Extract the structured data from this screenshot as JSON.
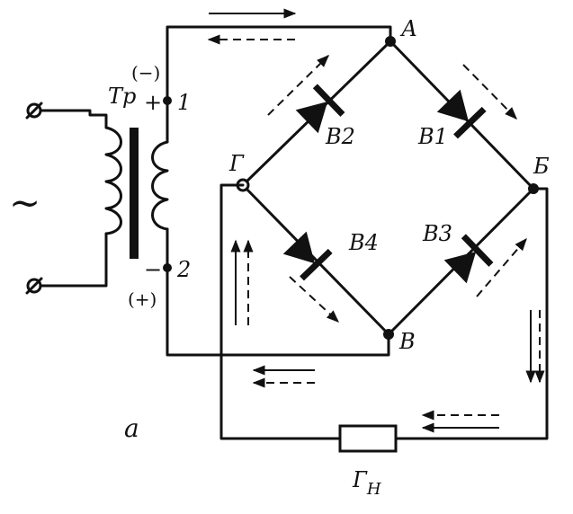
{
  "labels": {
    "node_a": "А",
    "node_b": "Б",
    "node_v": "В",
    "node_g": "Г",
    "diode_v1": "В1",
    "diode_v2": "В2",
    "diode_v3": "В3",
    "diode_v4": "В4",
    "transformer": "Тр",
    "terminal_1": "1",
    "terminal_2": "2",
    "plus_top": "+",
    "minus_top": "(−)",
    "minus_bottom": "−",
    "plus_bottom": "(+)",
    "ac_symbol": "~",
    "load": "Г",
    "load_sub": "Н",
    "figure_letter": "а"
  },
  "colors": {
    "ink": "#111111",
    "paper": "#ffffff"
  }
}
